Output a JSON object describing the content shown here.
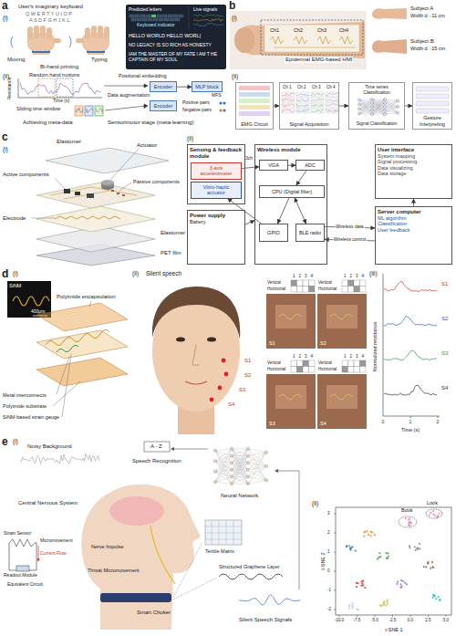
{
  "diagram": {
    "nodes": [
      {
        "text": [
          "Encoder"
        ]
      },
      {
        "text": [
          "MLP block"
        ]
      },
      {
        "text": [
          "Encoder"
        ]
      },
      {
        "text": [
          "EMG Circuit"
        ]
      },
      {
        "text": [
          "Signal Acquisition"
        ]
      },
      {
        "text": [
          "Time series Classification",
          "Signal Classification"
        ]
      },
      {
        "text": [
          "Gesture Interpreting"
        ]
      },
      {
        "text": [
          "Sensing & feedback module"
        ]
      },
      {
        "text": [
          "3-axis accelerometer"
        ],
        "in": 7
      },
      {
        "text": [
          "Vibro-haptic actuator"
        ],
        "in": 7
      },
      {
        "text": [
          "Power supply",
          "Battery"
        ]
      },
      {
        "text": [
          "Wireless module"
        ]
      },
      {
        "text": [
          "VGA"
        ],
        "in": 11
      },
      {
        "text": [
          "ADC"
        ],
        "in": 11
      },
      {
        "text": [
          "CPU (Digital filter)"
        ],
        "in": 11
      },
      {
        "text": [
          "GPIO"
        ],
        "in": 11
      },
      {
        "text": [
          "BLE radio"
        ],
        "in": 11
      },
      {
        "text": [
          "Server computer",
          "ML algorithm",
          "Classification",
          "User feedback"
        ]
      },
      {
        "text": [
          "User interface",
          "System mapping",
          "Signal processing",
          "Data visualizing",
          "Data storage"
        ]
      }
    ],
    "edges": [
      {
        "from": 0,
        "to": 1,
        "arrow": "to"
      },
      {
        "from": 3,
        "to": 4,
        "arrow": "to"
      },
      {
        "from": 4,
        "to": 5,
        "arrow": "to"
      },
      {
        "from": 5,
        "to": 6,
        "arrow": "to"
      },
      {
        "from": 8,
        "to": 12,
        "arrow": "to"
      },
      {
        "from": 12,
        "to": 13,
        "arrow": "to"
      },
      {
        "from": 13,
        "to": 14,
        "arrow": "to"
      },
      {
        "from": 14,
        "to": 15,
        "arrow": "to"
      },
      {
        "from": 14,
        "to": 16,
        "arrow": "both"
      },
      {
        "from": 15,
        "to": 9,
        "arrow": "to"
      },
      {
        "from": 10,
        "to": 11,
        "arrow": "to"
      },
      {
        "from": 16,
        "to": 17,
        "label": "Wireless data",
        "arrow": "to"
      },
      {
        "from": 17,
        "to": 16,
        "label": "Wireless control",
        "arrow": "to"
      },
      {
        "from": 17,
        "to": 18,
        "arrow": "to"
      }
    ],
    "labels": [
      "a",
      "(i)",
      "User's imaginary keyboard",
      "Q W E R T Y U I O P",
      "A S D F G H J K L",
      "Moving",
      "Typing",
      "Bi-hand printing",
      "Predicted letters",
      "Live signals",
      "Keyboard indicator",
      "HELLO WORLD HELLO WORL|",
      "NO LEGACY IS SO RICH AS HONESTY",
      "IAM THE MASTER OF MY FATE I AM T HE CAPTAIN OF MY SOUL",
      "(ii)",
      "Random hand motions",
      "Resistance",
      "Time (s)",
      "Sliding time window",
      "Achieving meta-data",
      "Positional embedding",
      "Data augmentation",
      "MFS",
      "Positive pairs",
      "Negative pairs",
      "Sensorimotor stage (meta-learning)",
      "b",
      "(i)",
      "Ch1",
      "Ch2",
      "Ch3",
      "Ch4",
      "Epidermal EMG-based HMI",
      "Subject A",
      "Width d : 11 cm",
      "Subject B",
      "Width d : 15 cm",
      "(ii)",
      "Ch 1",
      "Ch 2",
      "Ch 3",
      "Ch 4",
      "c",
      "(i)",
      "Elastomer",
      "Actuator",
      "Active components",
      "Passive components",
      "Electrode",
      "Elastomer",
      "PET film",
      "(ii)",
      "3ch",
      "d",
      "(i)",
      "SiNM",
      "400μm",
      "Polyimide encapsulation",
      "Metal interconnects",
      "Polyimide substrate",
      "SiNM-based strain gauge",
      "(ii)",
      "Silent speech",
      "S1",
      "S2",
      "S3",
      "S4",
      "1",
      "2",
      "3",
      "4",
      "Vertical",
      "Horizontal",
      "S1",
      "1",
      "2",
      "3",
      "4",
      "Vertical",
      "Horizontal",
      "S2",
      "1",
      "2",
      "3",
      "4",
      "Vertical",
      "Horizontal",
      "S3",
      "1",
      "2",
      "3",
      "4",
      "Vertical",
      "Horizontal",
      "S4",
      "(iii)",
      "Normalized resistance",
      "S1",
      "S2",
      "S3",
      "S4",
      "0",
      "1",
      "2",
      "Time (s)",
      "e",
      "(i)",
      "Noisy Background",
      "A - Z",
      "Speech Recognition",
      "Neural Network",
      "Central Nervous System",
      "Nerve Impulse",
      "Strain Sensor",
      "Micromovement",
      "Current Flow",
      "Readout Module",
      "Equivalent Circuit",
      "Throat Micromovement",
      "Textile Matrix",
      "Structured Graphene Layer",
      "Smart Choker",
      "Silent Speech Signals",
      "(ii)",
      "Book",
      "Look",
      "t-SNE 2",
      "t-SNE 1",
      "-10.0",
      "-7.5",
      "-5.0",
      "-2.5",
      "0.0",
      "2.5",
      "5.0",
      "3",
      "2",
      "1",
      "0",
      "-1",
      "-2"
    ]
  }
}
